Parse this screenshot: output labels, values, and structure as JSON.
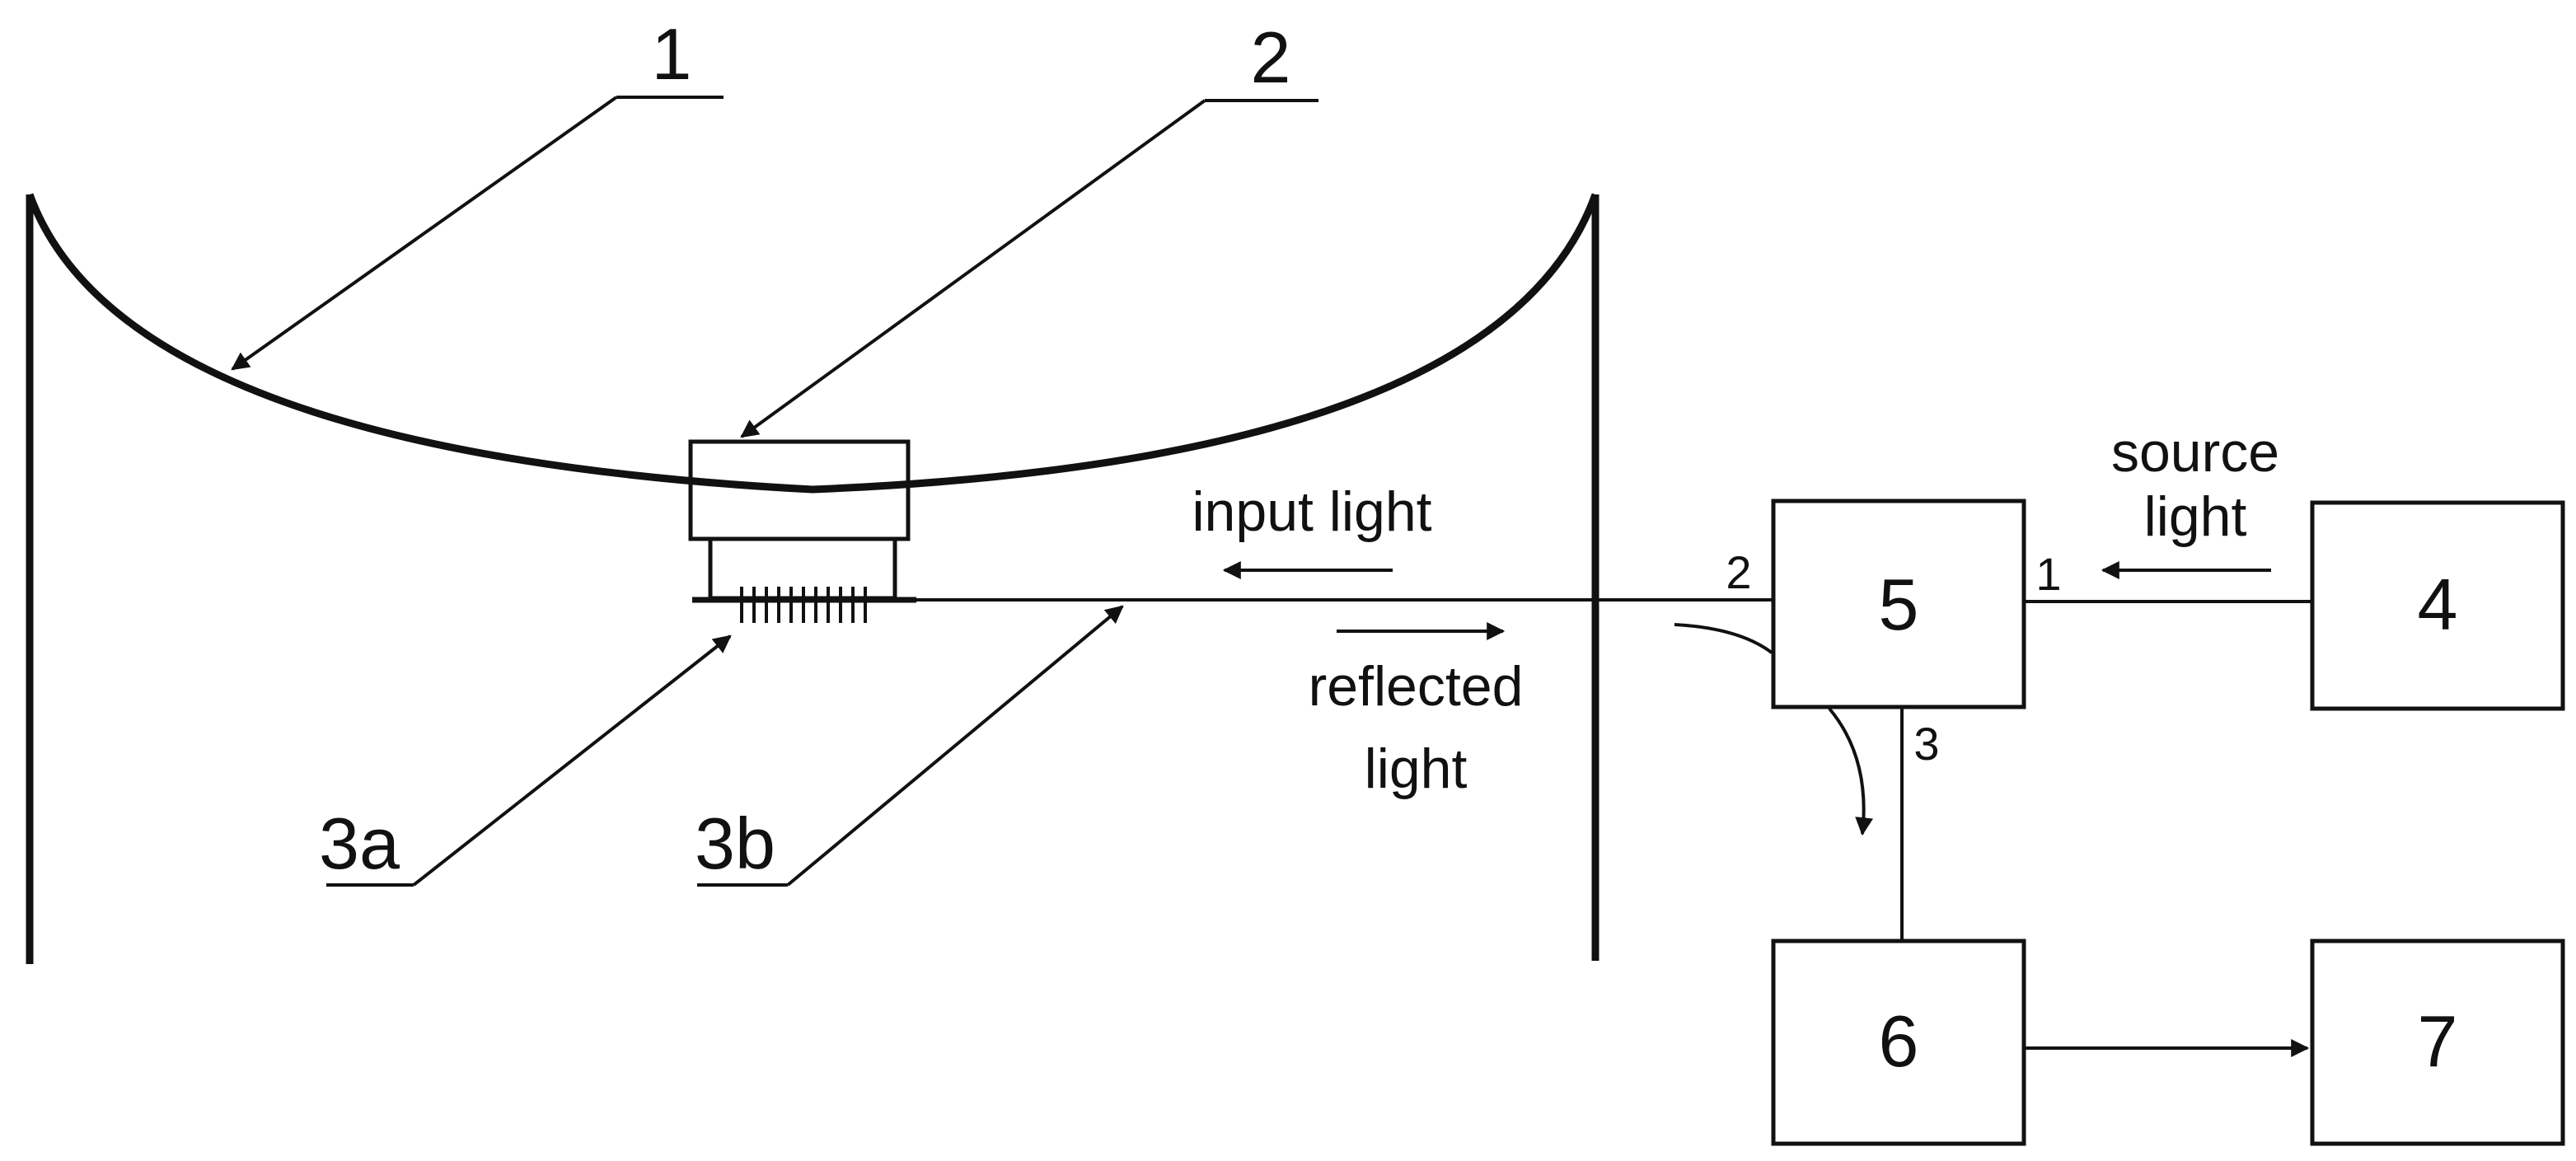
{
  "diagram": {
    "callouts": {
      "cable": "1",
      "clamp": "2",
      "grating": "3a",
      "fiber": "3b"
    },
    "blocks": {
      "circulator": "5",
      "light_source": "4",
      "detector": "6",
      "processor": "7"
    },
    "ports": {
      "port_1": "1",
      "port_2": "2",
      "port_3": "3"
    },
    "annotations": {
      "input_light": "input light",
      "reflected_light_1": "reflected",
      "reflected_light_2": "light",
      "source_light_1": "source",
      "source_light_2": "light"
    },
    "colors": {
      "stroke": "#111111",
      "background": "#ffffff"
    }
  }
}
